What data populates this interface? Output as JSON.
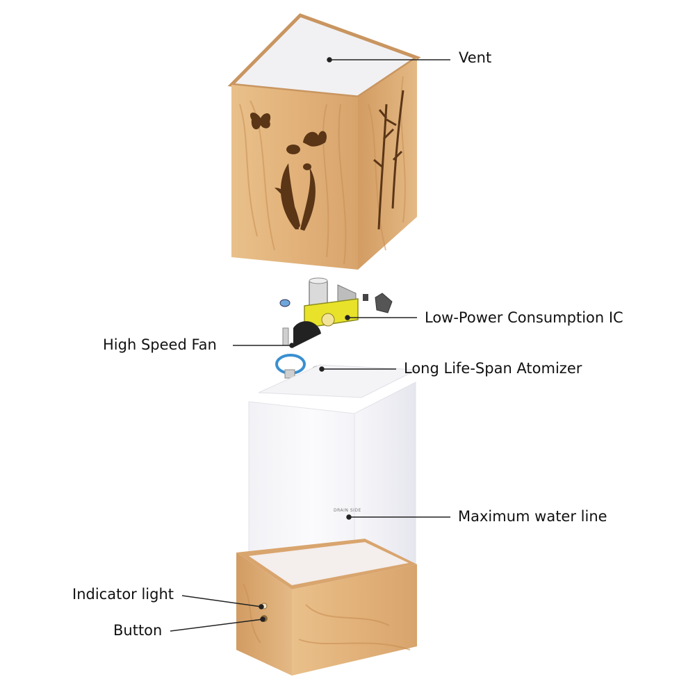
{
  "labels": {
    "vent": "Vent",
    "low_power_ic": "Low-Power Consumption IC",
    "high_speed_fan": "High Speed Fan",
    "atomizer": "Long Life-Span Atomizer",
    "max_water_line": "Maximum water line",
    "indicator_light": "Indicator light",
    "button": "Button"
  },
  "tank_marking": "DRAIN SIDE",
  "colors": {
    "wood_light": "#E8BE86",
    "wood_dark": "#C9915A",
    "tank": "#F7F7FA",
    "chip": "#E8E32A",
    "leader_line": "#222222"
  }
}
